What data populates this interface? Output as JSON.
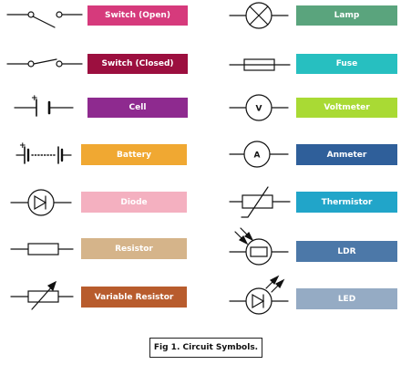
{
  "left_column": [
    {
      "symbol": "switch-open",
      "label": "Switch (Open)",
      "color": "#d63a7c"
    },
    {
      "symbol": "switch-closed",
      "label": "Switch (Closed)",
      "color": "#9c0f3f"
    },
    {
      "symbol": "cell",
      "label": "Cell",
      "color": "#8e2a8f"
    },
    {
      "symbol": "battery",
      "label": "Battery",
      "color": "#f0a832"
    },
    {
      "symbol": "diode",
      "label": "Diode",
      "color": "#f4b0c0"
    },
    {
      "symbol": "resistor",
      "label": "Resistor",
      "color": "#d5b48a"
    },
    {
      "symbol": "variable-resistor",
      "label": "Variable Resistor",
      "color": "#b85c2d"
    }
  ],
  "right_column": [
    {
      "symbol": "lamp",
      "label": "Lamp",
      "color": "#5aa47d"
    },
    {
      "symbol": "fuse",
      "label": "Fuse",
      "color": "#27bfc0"
    },
    {
      "symbol": "voltmeter",
      "label": "Voltmeter",
      "color": "#a9da34",
      "glyph": "V"
    },
    {
      "symbol": "ammeter",
      "label": "Anmeter",
      "color": "#2f5f9a",
      "glyph": "A"
    },
    {
      "symbol": "thermistor",
      "label": "Thermistor",
      "color": "#21a5c9"
    },
    {
      "symbol": "ldr",
      "label": "LDR",
      "color": "#4c78a8"
    },
    {
      "symbol": "led",
      "label": "LED",
      "color": "#95abc4"
    }
  ],
  "cell_polarity": "+",
  "caption": "Fig 1. Circuit Symbols."
}
